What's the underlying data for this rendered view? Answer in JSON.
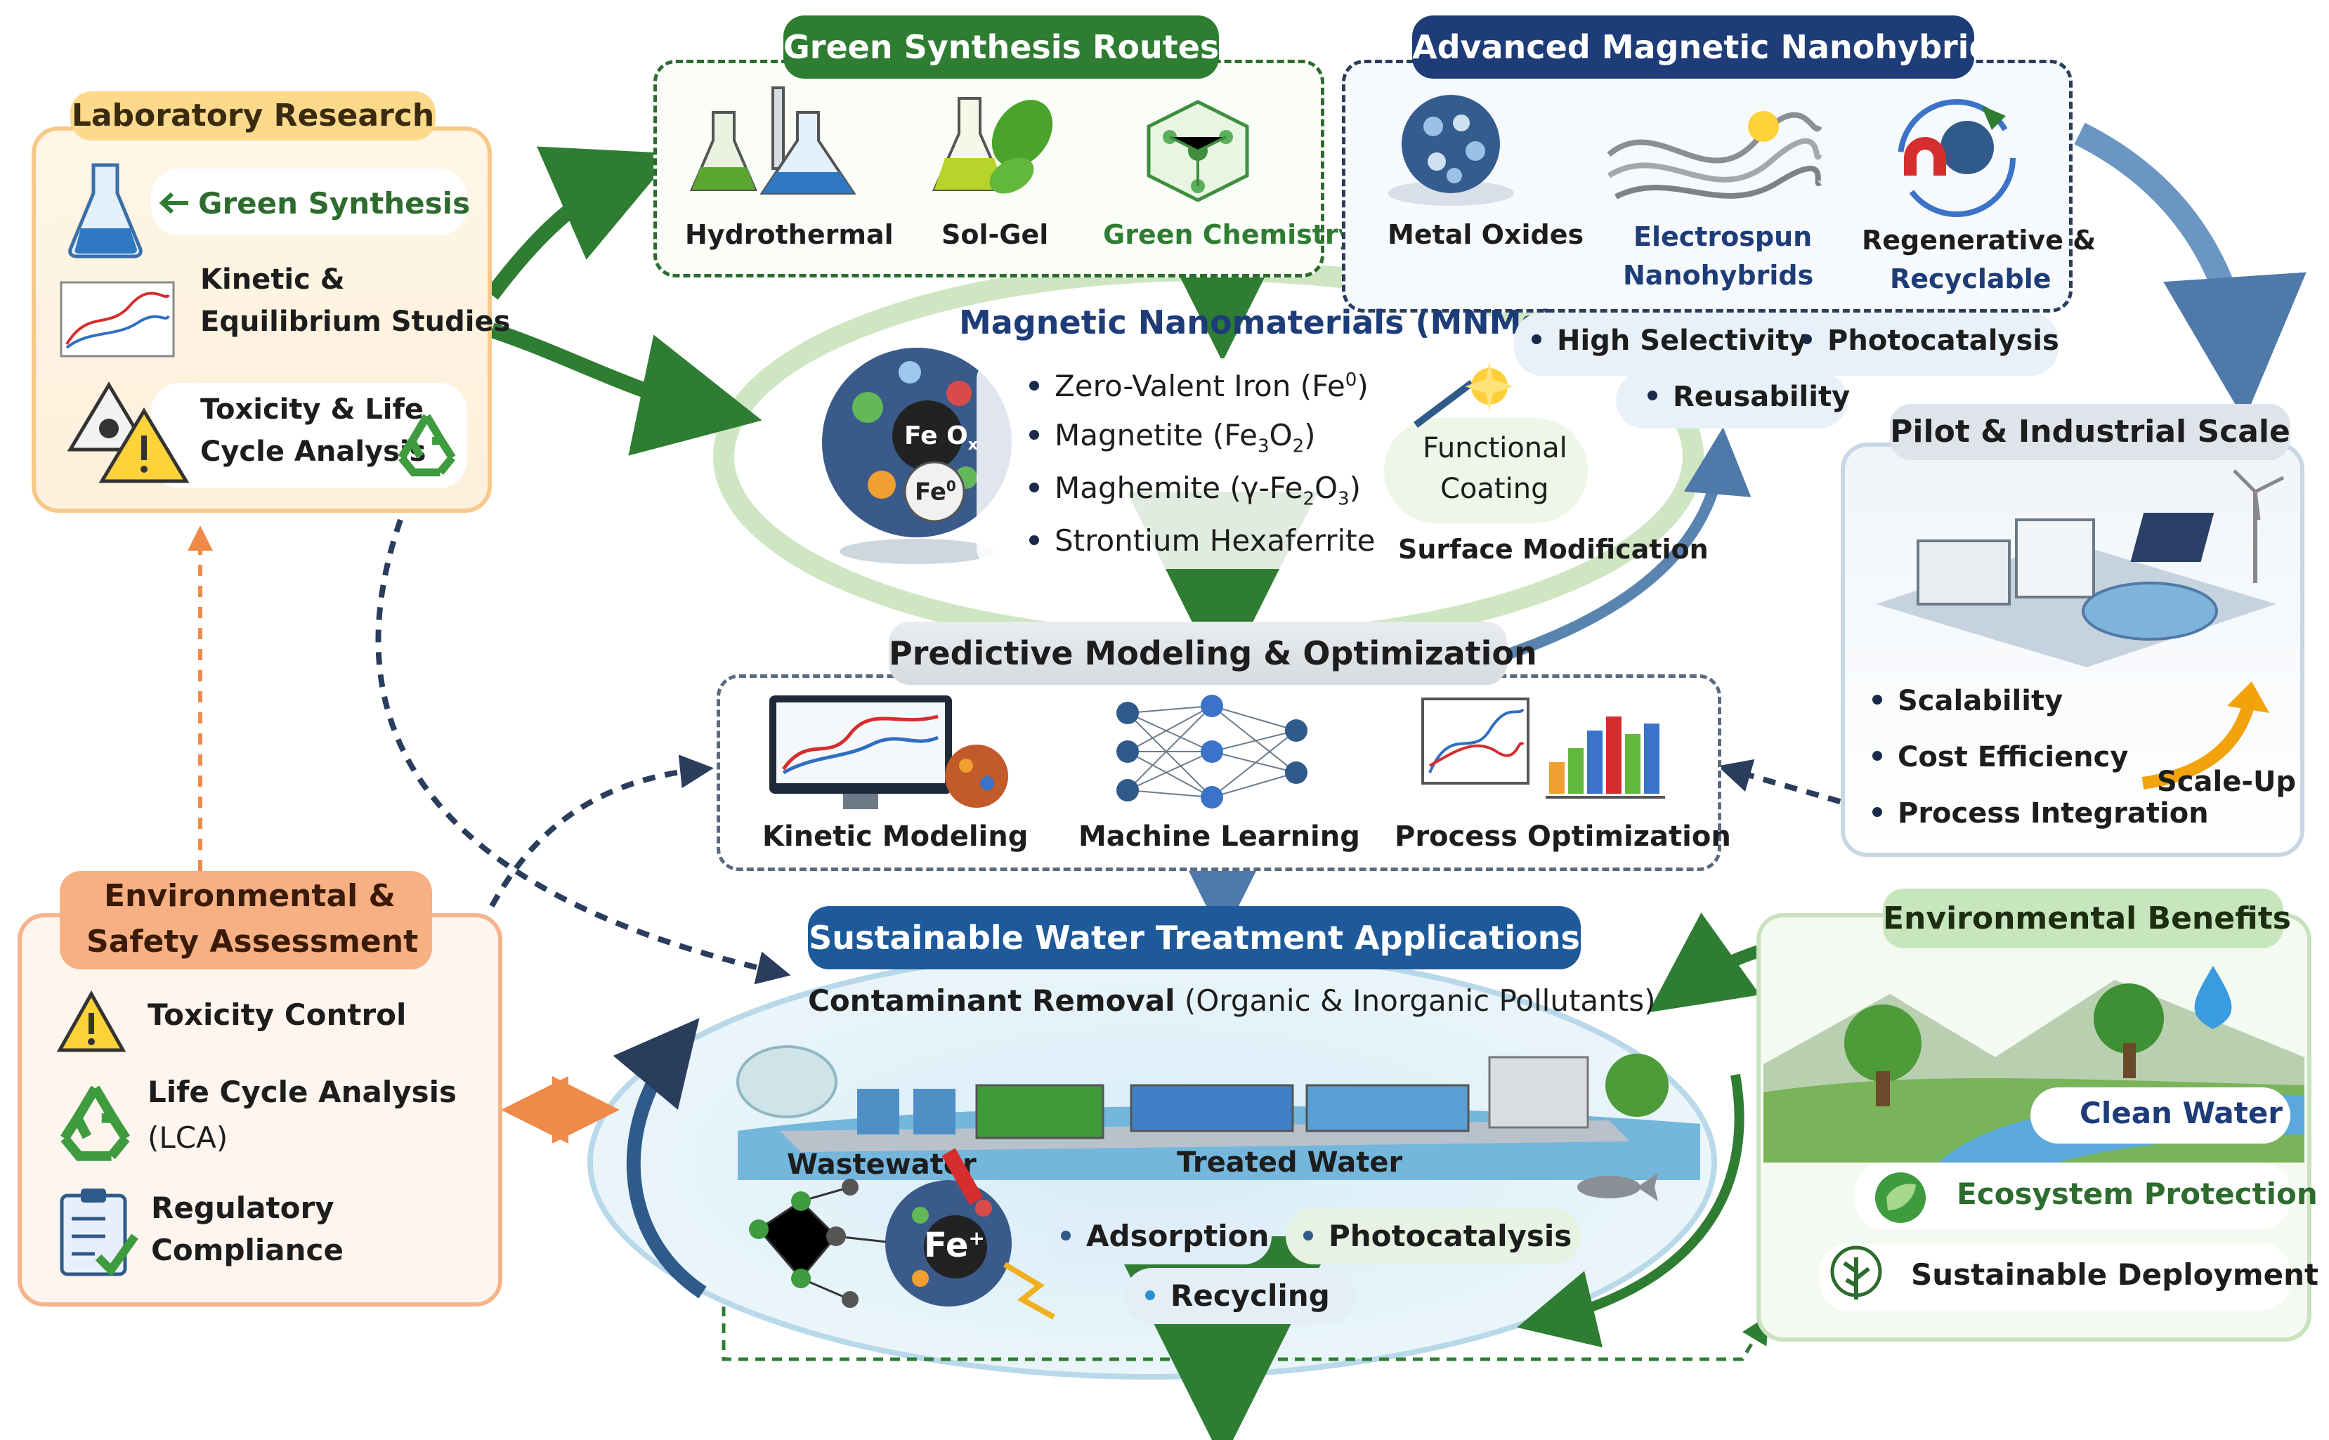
{
  "lab": {
    "title": "Laboratory Research",
    "green_synthesis": "Green Synthesis",
    "kinetic_line1": "Kinetic &",
    "kinetic_line2": "Equilibrium Studies",
    "toxicity_line1": "Toxicity & Life",
    "toxicity_line2": "Cycle Analysis"
  },
  "green_routes": {
    "title": "Green Synthesis Routes",
    "items": [
      "Hydrothermal",
      "Sol-Gel",
      "Green Chemistry"
    ]
  },
  "nanohybrids": {
    "title": "Advanced Magnetic Nanohybrids",
    "metal_oxides": "Metal Oxides",
    "electrospun_line1": "Electrospun",
    "electrospun_line2": "Nanohybrids",
    "regen_line1": "Regenerative &",
    "regen_line2": "Recyclable"
  },
  "mnm": {
    "title": "Magnetic Nanomaterials (MNMs)",
    "zvi": "Zero-Valent Iron (Fe",
    "zvi_sup": "0",
    "zvi_end": ")",
    "magnetite": "Magnetite (Fe",
    "magnetite_sub1": "3",
    "magnetite_mid": "O",
    "magnetite_sub2": "2",
    "magnetite_end": ")",
    "maghemite": "Maghemite (γ-Fe",
    "maghemite_sub1": "2",
    "maghemite_mid": "O",
    "maghemite_sub2": "3",
    "maghemite_end": ")",
    "strontium": "Strontium Hexaferrite",
    "functional_line1": "Functional",
    "functional_line2": "Coating",
    "surface_mod": "Surface Modification",
    "high_selectivity": "High Selectivity",
    "photocatalysis": "Photocatalysis",
    "reusability": "Reusability",
    "particle_label1": "Fe O",
    "particle_label1_sub": "x",
    "particle_label2": "Fe",
    "particle_label2_sup": "0"
  },
  "pilot": {
    "title": "Pilot & Industrial Scale",
    "items": [
      "Scalability",
      "Cost Efficiency",
      "Process Integration"
    ],
    "scale_up": "Scale-Up"
  },
  "modeling": {
    "title": "Predictive Modeling & Optimization",
    "items": [
      "Kinetic Modeling",
      "Machine Learning",
      "Process Optimization"
    ]
  },
  "env_safety": {
    "title_line1": "Environmental &",
    "title_line2": "Safety Assessment",
    "toxicity_control": "Toxicity Control",
    "lca_line1": "Life Cycle Analysis",
    "lca_line2": "(LCA)",
    "reg_line1": "Regulatory",
    "reg_line2": "Compliance"
  },
  "water": {
    "title": "Sustainable Water Treatment Applications",
    "contaminant_bold": "Contaminant Removal",
    "contaminant_rest": " (Organic & Inorganic Pollutants)",
    "wastewater": "Wastewater",
    "treated": "Treated Water",
    "adsorption": "Adsorption",
    "photocatalysis": "Photocatalysis",
    "recycling": "Recycling",
    "fe_label": "Fe",
    "fe_sup": "+"
  },
  "benefits": {
    "title": "Environmental Benefits",
    "clean_water": "Clean Water",
    "ecosystem": "Ecosystem Protection",
    "deployment": "Sustainable Deployment"
  },
  "colors": {
    "green_dark": "#2e7d32",
    "navy": "#1d3c78",
    "orange": "#f2a65a",
    "steel": "#5a84b0"
  }
}
